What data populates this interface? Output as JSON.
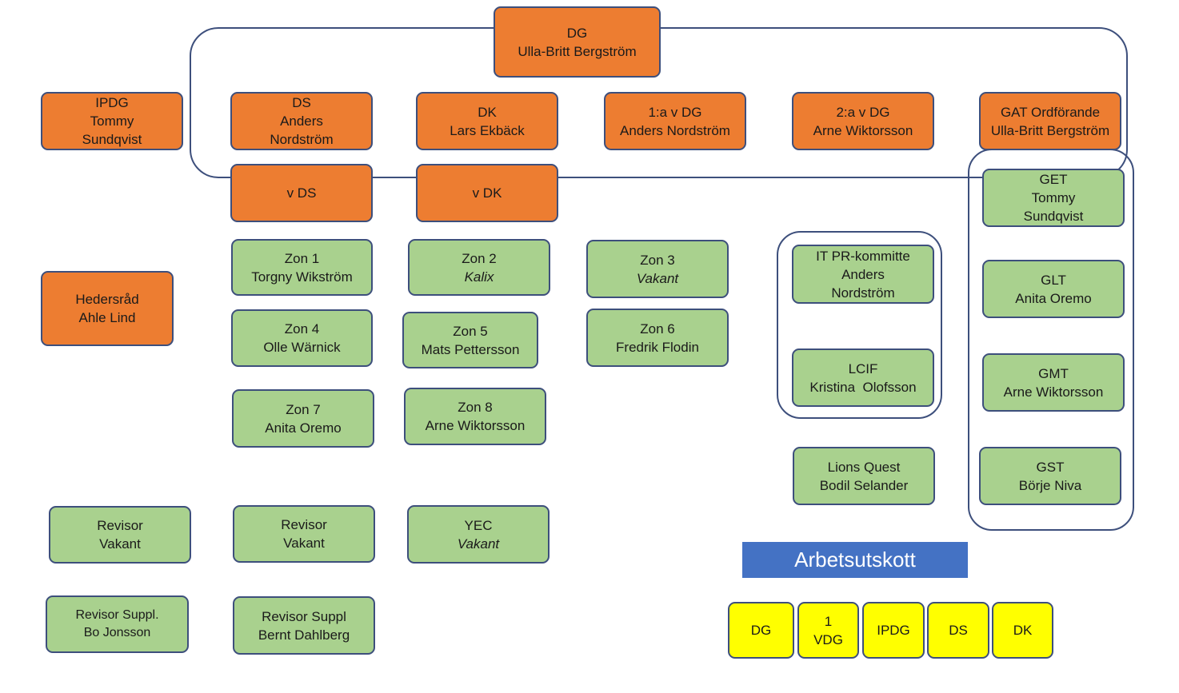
{
  "org": {
    "dg": {
      "role": "DG",
      "name": "Ulla-Britt Bergström"
    },
    "ipdg": {
      "role": "IPDG",
      "name1": "Tommy",
      "name2": "Sundqvist"
    },
    "ds": {
      "role": "DS",
      "name1": "Anders",
      "name2": "Nordström"
    },
    "dk": {
      "role": "DK",
      "name": "Lars Ekbäck"
    },
    "vdg1": {
      "role": "1:a v DG",
      "name": "Anders Nordström"
    },
    "vdg2": {
      "role": "2:a v DG",
      "name": "Arne Wiktorsson"
    },
    "gat": {
      "role": "GAT Ordförande",
      "name": "Ulla-Britt Bergström"
    },
    "vds": {
      "role": "v DS"
    },
    "vdk": {
      "role": "v DK"
    },
    "zon1": {
      "role": "Zon 1",
      "name": "Torgny Wikström"
    },
    "zon2": {
      "role": "Zon 2",
      "name": "Kalix"
    },
    "zon3": {
      "role": "Zon 3",
      "name": "Vakant"
    },
    "zon4": {
      "role": "Zon 4",
      "name": "Olle Wärnick"
    },
    "zon5": {
      "role": "Zon 5",
      "name": "Mats Pettersson"
    },
    "zon6": {
      "role": "Zon 6",
      "name": "Fredrik Flodin"
    },
    "zon7": {
      "role": "Zon 7",
      "name": "Anita Oremo"
    },
    "zon8": {
      "role": "Zon 8",
      "name": "Arne Wiktorsson"
    },
    "hedersrad": {
      "role": "Hedersråd",
      "name": "Ahle Lind"
    },
    "itpr": {
      "role": "IT PR-kommitte",
      "name1": "Anders",
      "name2": "Nordström"
    },
    "lcif": {
      "role": "LCIF",
      "name": "Kristina  Olofsson"
    },
    "lionsquest": {
      "role": "Lions Quest",
      "name": "Bodil Selander"
    },
    "get": {
      "role": "GET",
      "name1": "Tommy",
      "name2": "Sundqvist"
    },
    "glt": {
      "role": "GLT",
      "name": "Anita Oremo"
    },
    "gmt": {
      "role": "GMT",
      "name": "Arne Wiktorsson"
    },
    "gst": {
      "role": "GST",
      "name": "Börje Niva"
    },
    "revisor1": {
      "role": "Revisor",
      "name": "Vakant"
    },
    "revisor2": {
      "role": "Revisor",
      "name": "Vakant"
    },
    "yec": {
      "role": "YEC",
      "name": "Vakant"
    },
    "revsuppl1": {
      "role": "Revisor Suppl.",
      "name": "Bo Jonsson"
    },
    "revsuppl2": {
      "role": "Revisor Suppl",
      "name": "Bernt Dahlberg"
    }
  },
  "arbetsutskott": {
    "title": "Arbetsutskott",
    "members": [
      {
        "label": "DG"
      },
      {
        "label1": "1",
        "label2": "VDG"
      },
      {
        "label": "IPDG"
      },
      {
        "label": "DS"
      },
      {
        "label": "DK"
      }
    ]
  },
  "colors": {
    "leadership": "#ed7d31",
    "member": "#a9d18e",
    "committee": "#ffff00",
    "header": "#4472c4",
    "border": "#3d4f7c"
  }
}
